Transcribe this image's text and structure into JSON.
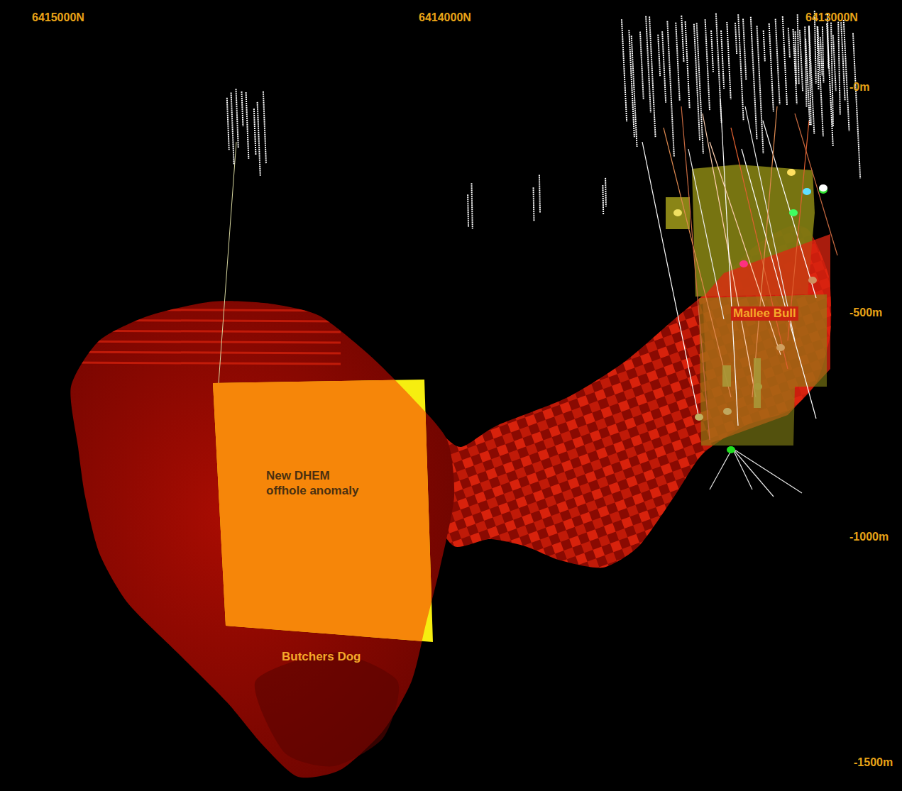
{
  "diagram": {
    "nodes": [
      {
        "text": [
          "New DHEM offhole anomaly"
        ]
      }
    ],
    "labels": [
      "6415000N",
      "6414000N",
      "6413000N",
      "-0m",
      "-500m",
      "-1000m",
      "-1500m",
      "Mallee Bull",
      "Butchers Dog"
    ]
  }
}
